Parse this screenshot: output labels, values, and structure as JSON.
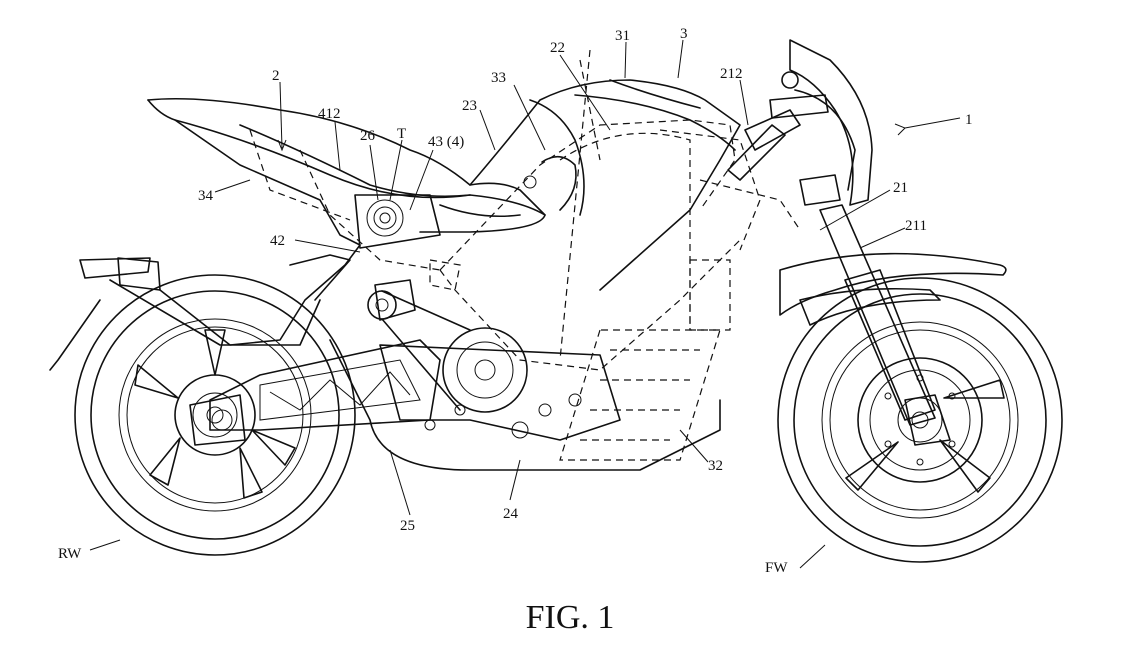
{
  "figure": {
    "caption": "FIG. 1",
    "refs": {
      "r1": "1",
      "r2": "2",
      "r3": "3",
      "r21": "21",
      "r22": "22",
      "r23": "23",
      "r24": "24",
      "r25": "25",
      "r26": "26",
      "r31": "31",
      "r32": "32",
      "r33": "33",
      "r34": "34",
      "r42": "42",
      "r211": "211",
      "r212": "212",
      "r412": "412",
      "r43_4": "43 (4)",
      "rT": "T",
      "rRW": "RW",
      "rFW": "FW"
    }
  }
}
